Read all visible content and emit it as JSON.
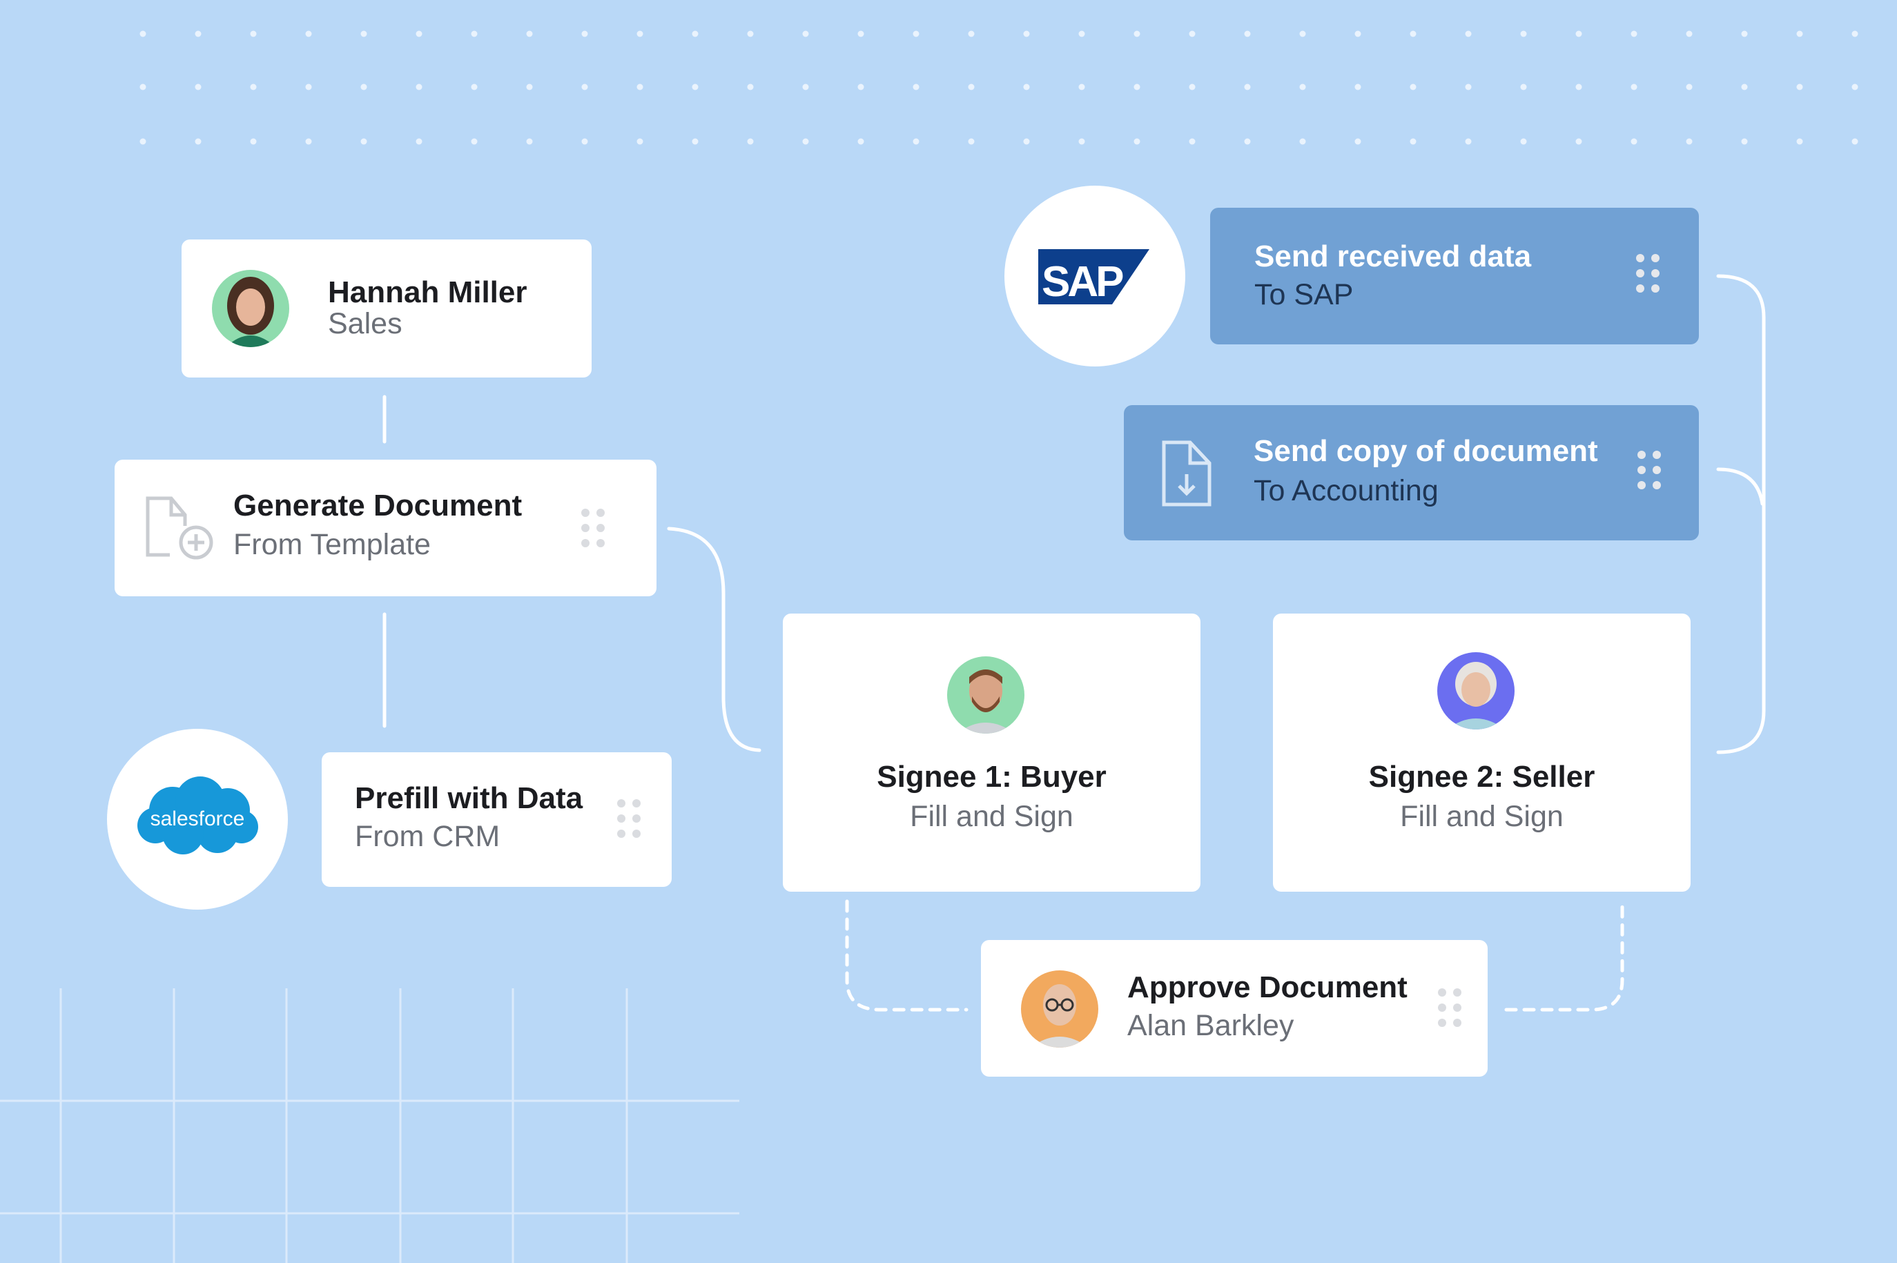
{
  "colors": {
    "background": "#b9d8f7",
    "card": "#ffffff",
    "integration_card": "#71a1d4",
    "connector": "#ffffff"
  },
  "nodes": {
    "owner": {
      "title": "Hannah Miller",
      "subtitle": "Sales",
      "icon": "avatar-woman"
    },
    "generate": {
      "title": "Generate Document",
      "subtitle": "From Template",
      "icon": "file-plus-icon"
    },
    "prefill": {
      "title": "Prefill with Data",
      "subtitle": "From CRM",
      "integration": "salesforce"
    },
    "signee1": {
      "title": "Signee 1: Buyer",
      "subtitle": "Fill and Sign",
      "icon": "avatar-man"
    },
    "signee2": {
      "title": "Signee 2: Seller",
      "subtitle": "Fill and Sign",
      "icon": "avatar-woman-senior"
    },
    "approve": {
      "title": "Approve Document",
      "subtitle": "Alan Barkley",
      "icon": "avatar-man-glasses"
    },
    "send_sap": {
      "title": "Send received data",
      "subtitle": "To SAP",
      "integration": "SAP"
    },
    "send_copy": {
      "title": "Send copy of document",
      "subtitle": "To Accounting",
      "icon": "file-download-icon"
    }
  },
  "logos": {
    "salesforce": "salesforce",
    "sap": "SAP"
  }
}
